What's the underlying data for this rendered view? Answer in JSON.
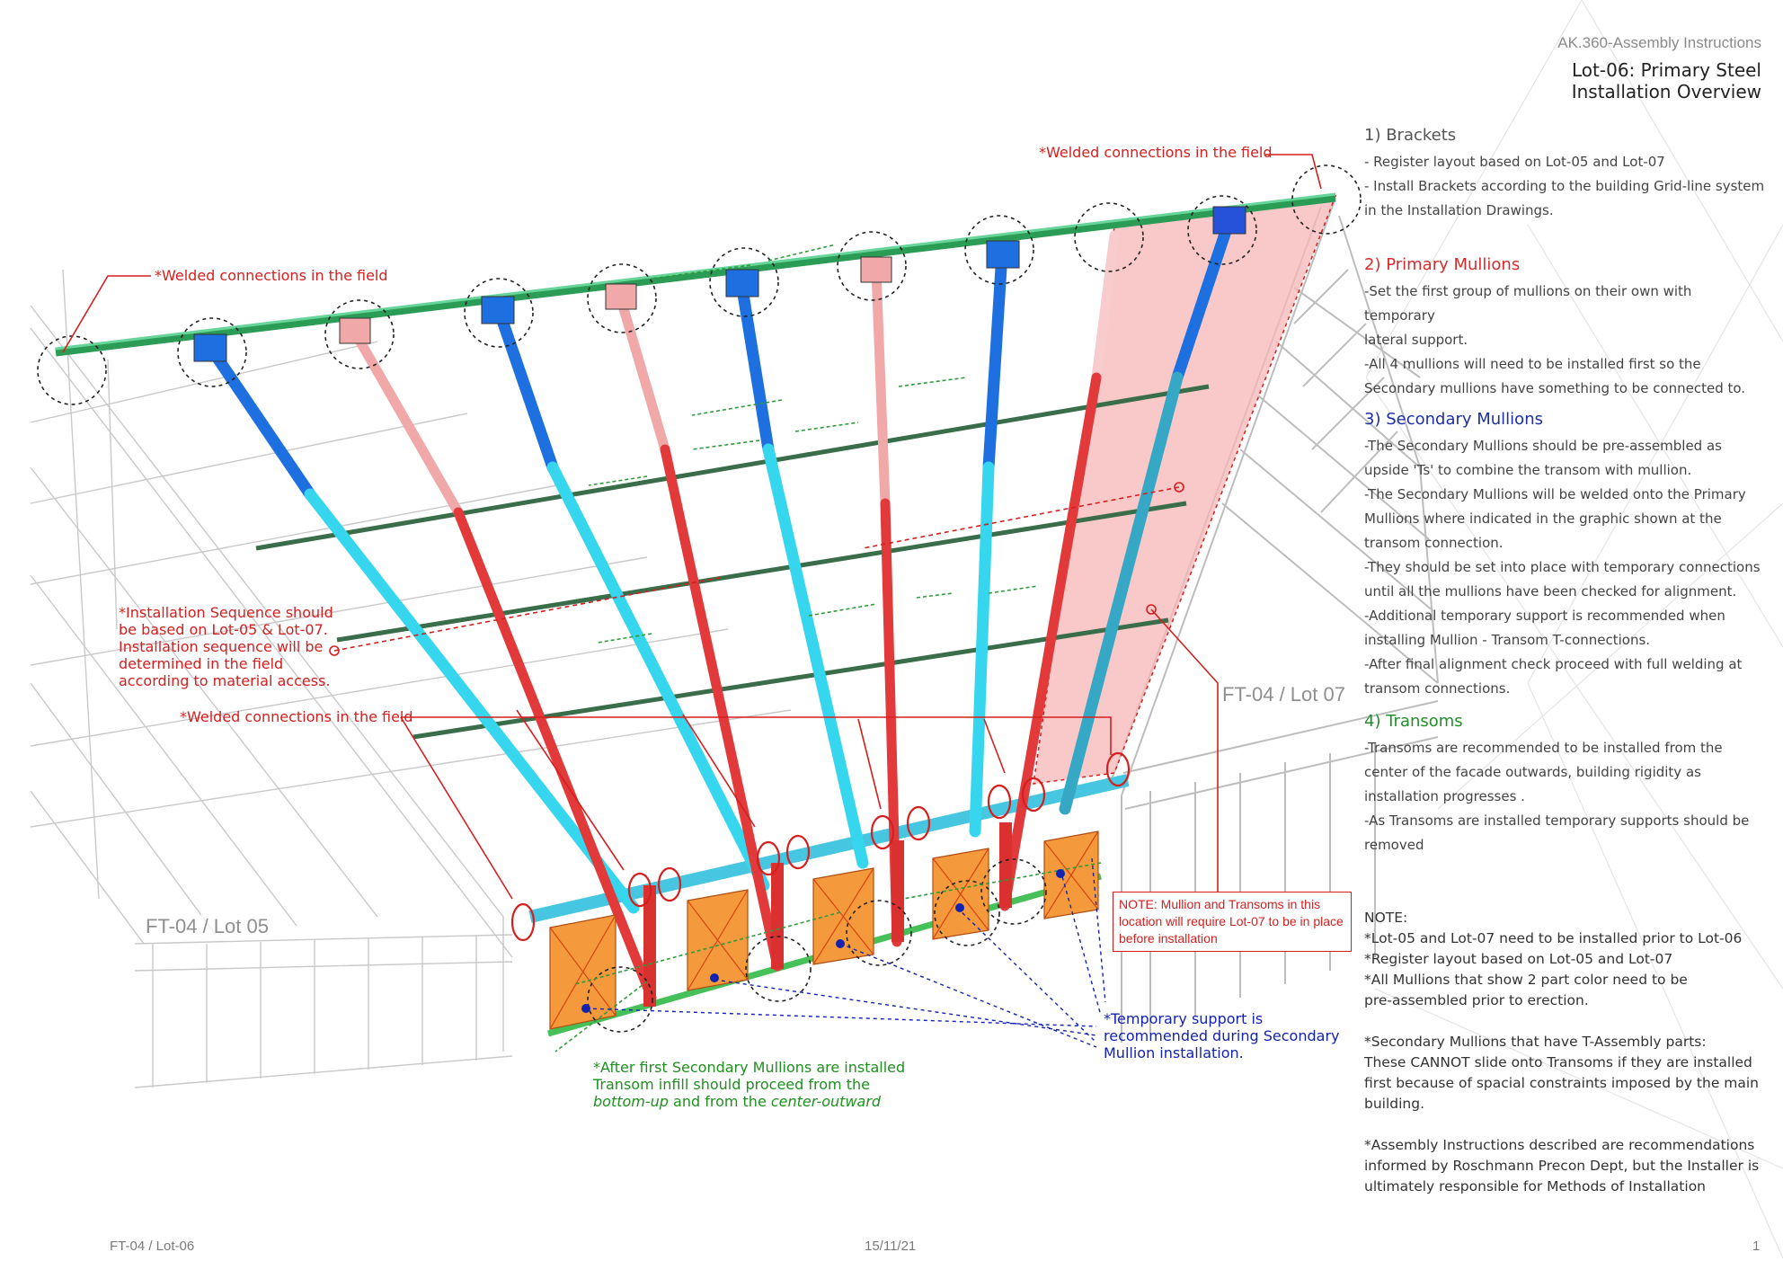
{
  "header": {
    "doc_ref": "AK.360-Assembly Instructions",
    "title_line1": "Lot-06: Primary Steel",
    "title_line2": "Installation Overview"
  },
  "steps": [
    {
      "heading": "1) Brackets",
      "color": "#555555",
      "lines": [
        "- Register layout based on Lot-05 and Lot-07",
        "- Install Brackets according to the building Grid-line system",
        "in the Installation Drawings."
      ]
    },
    {
      "heading": "2) Primary Mullions",
      "color": "#d92b2b",
      "lines": [
        "-Set the first group of mullions on their own with temporary",
        "lateral support.",
        "-All 4 mullions will need to be installed first so the",
        "Secondary mullions have something to be connected to."
      ]
    },
    {
      "heading": "3) Secondary Mullions",
      "color": "#1c2fa8",
      "lines": [
        "-The Secondary Mullions should be pre-assembled as",
        "upside 'Ts' to combine the transom with mullion.",
        "-The Secondary Mullions will be welded onto the Primary",
        "Mullions where indicated in the graphic shown at the",
        "transom connection.",
        "-They should be set into place with temporary connections",
        "until all the mullions have been checked for alignment.",
        "-Additional temporary support is recommended when",
        "installing Mullion - Transom T-connections.",
        "-After final alignment check proceed with full welding at",
        "transom connections."
      ]
    },
    {
      "heading": "4) Transoms",
      "color": "#1f8f2a",
      "lines": [
        "-Transoms are recommended to be installed from the",
        "center of the facade outwards, building rigidity as",
        "installation progresses .",
        "-As Transoms are installed temporary supports should be",
        "removed"
      ]
    }
  ],
  "note": {
    "heading": "NOTE:",
    "lines_a": [
      "*Lot-05 and Lot-07 need to be installed prior to Lot-06",
      "*Register layout based on Lot-05 and Lot-07",
      "*All Mullions that show 2 part color need to be",
      "pre-assembled prior to erection."
    ],
    "lines_b": [
      "*Secondary Mullions that have T-Assembly parts:",
      "These CANNOT slide onto Transoms if they are installed",
      "first because of spacial constraints imposed by the main",
      "building."
    ],
    "lines_c": [
      "*Assembly Instructions described are recommendations",
      "informed by Roschmann Precon Dept, but the Installer is",
      "ultimately responsible for Methods of Installation"
    ]
  },
  "annotations": {
    "weld_top": "*Welded connections in the field",
    "weld_left": "*Welded connections in the field",
    "weld_mid": "*Welded connections in the field",
    "sequence": [
      "*Installation Sequence should",
      "be based on Lot-05 & Lot-07.",
      "Installation sequence will be",
      "determined in the field",
      "according to material access."
    ],
    "temp_support": [
      "*Temporary support is",
      "recommended during Secondary",
      "Mullion installation."
    ],
    "infill": [
      "*After first Secondary Mullions are installed",
      "Transom infill should proceed from the"
    ],
    "infill_em1": "bottom-up",
    "infill_and": " and from the ",
    "infill_em2": "center-outward",
    "note_box": [
      "NOTE: Mullion and Transoms in this",
      "location will require Lot-07 to be in place",
      "before installation"
    ],
    "lot_left": "FT-04 / Lot 05",
    "lot_right": "FT-04 / Lot 07"
  },
  "footer": {
    "left": "FT-04 / Lot-06",
    "center": "15/11/21",
    "page": "1"
  },
  "colors": {
    "primary_mullion": "#e23a3a",
    "secondary_mullion": "#1e6fe0",
    "secondary_lower": "#36d6ee",
    "transom": "#2fb36a",
    "infill": "#f59a3c",
    "annotation_red": "#d51f1f",
    "annotation_blue": "#1323b0",
    "annotation_green": "#1f8f1f"
  }
}
